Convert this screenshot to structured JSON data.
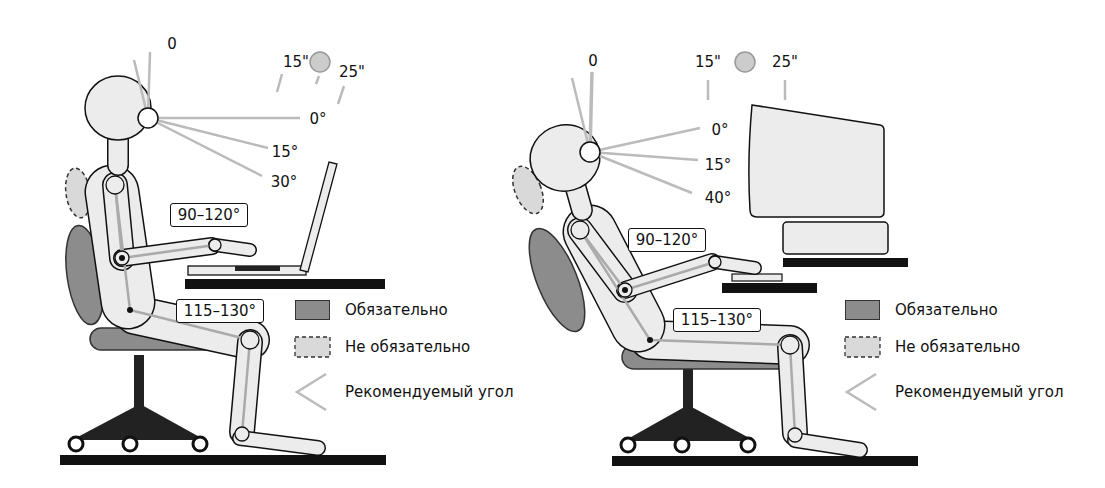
{
  "diagram": {
    "nodes": [
      {
        "text": [
          "90–120°"
        ]
      },
      {
        "text": [
          "115–130°"
        ]
      },
      {
        "text": [
          "90–120°"
        ]
      },
      {
        "text": [
          "115–130°"
        ]
      }
    ],
    "labels": [
      "0",
      "15\"",
      "25\"",
      "0°",
      "15°",
      "30°",
      "0",
      "15\"",
      "25\"",
      "0°",
      "15°",
      "40°"
    ],
    "legend": [
      {
        "text": "Обязательно",
        "color": "#8c8c8c"
      },
      {
        "text": "Не обязательно"
      },
      {
        "text": "Рекомендуемый угол"
      },
      {
        "text": "Обязательно",
        "color": "#8c8c8c"
      },
      {
        "text": "Не обязательно"
      },
      {
        "text": "Рекомендуемый угол"
      }
    ]
  }
}
